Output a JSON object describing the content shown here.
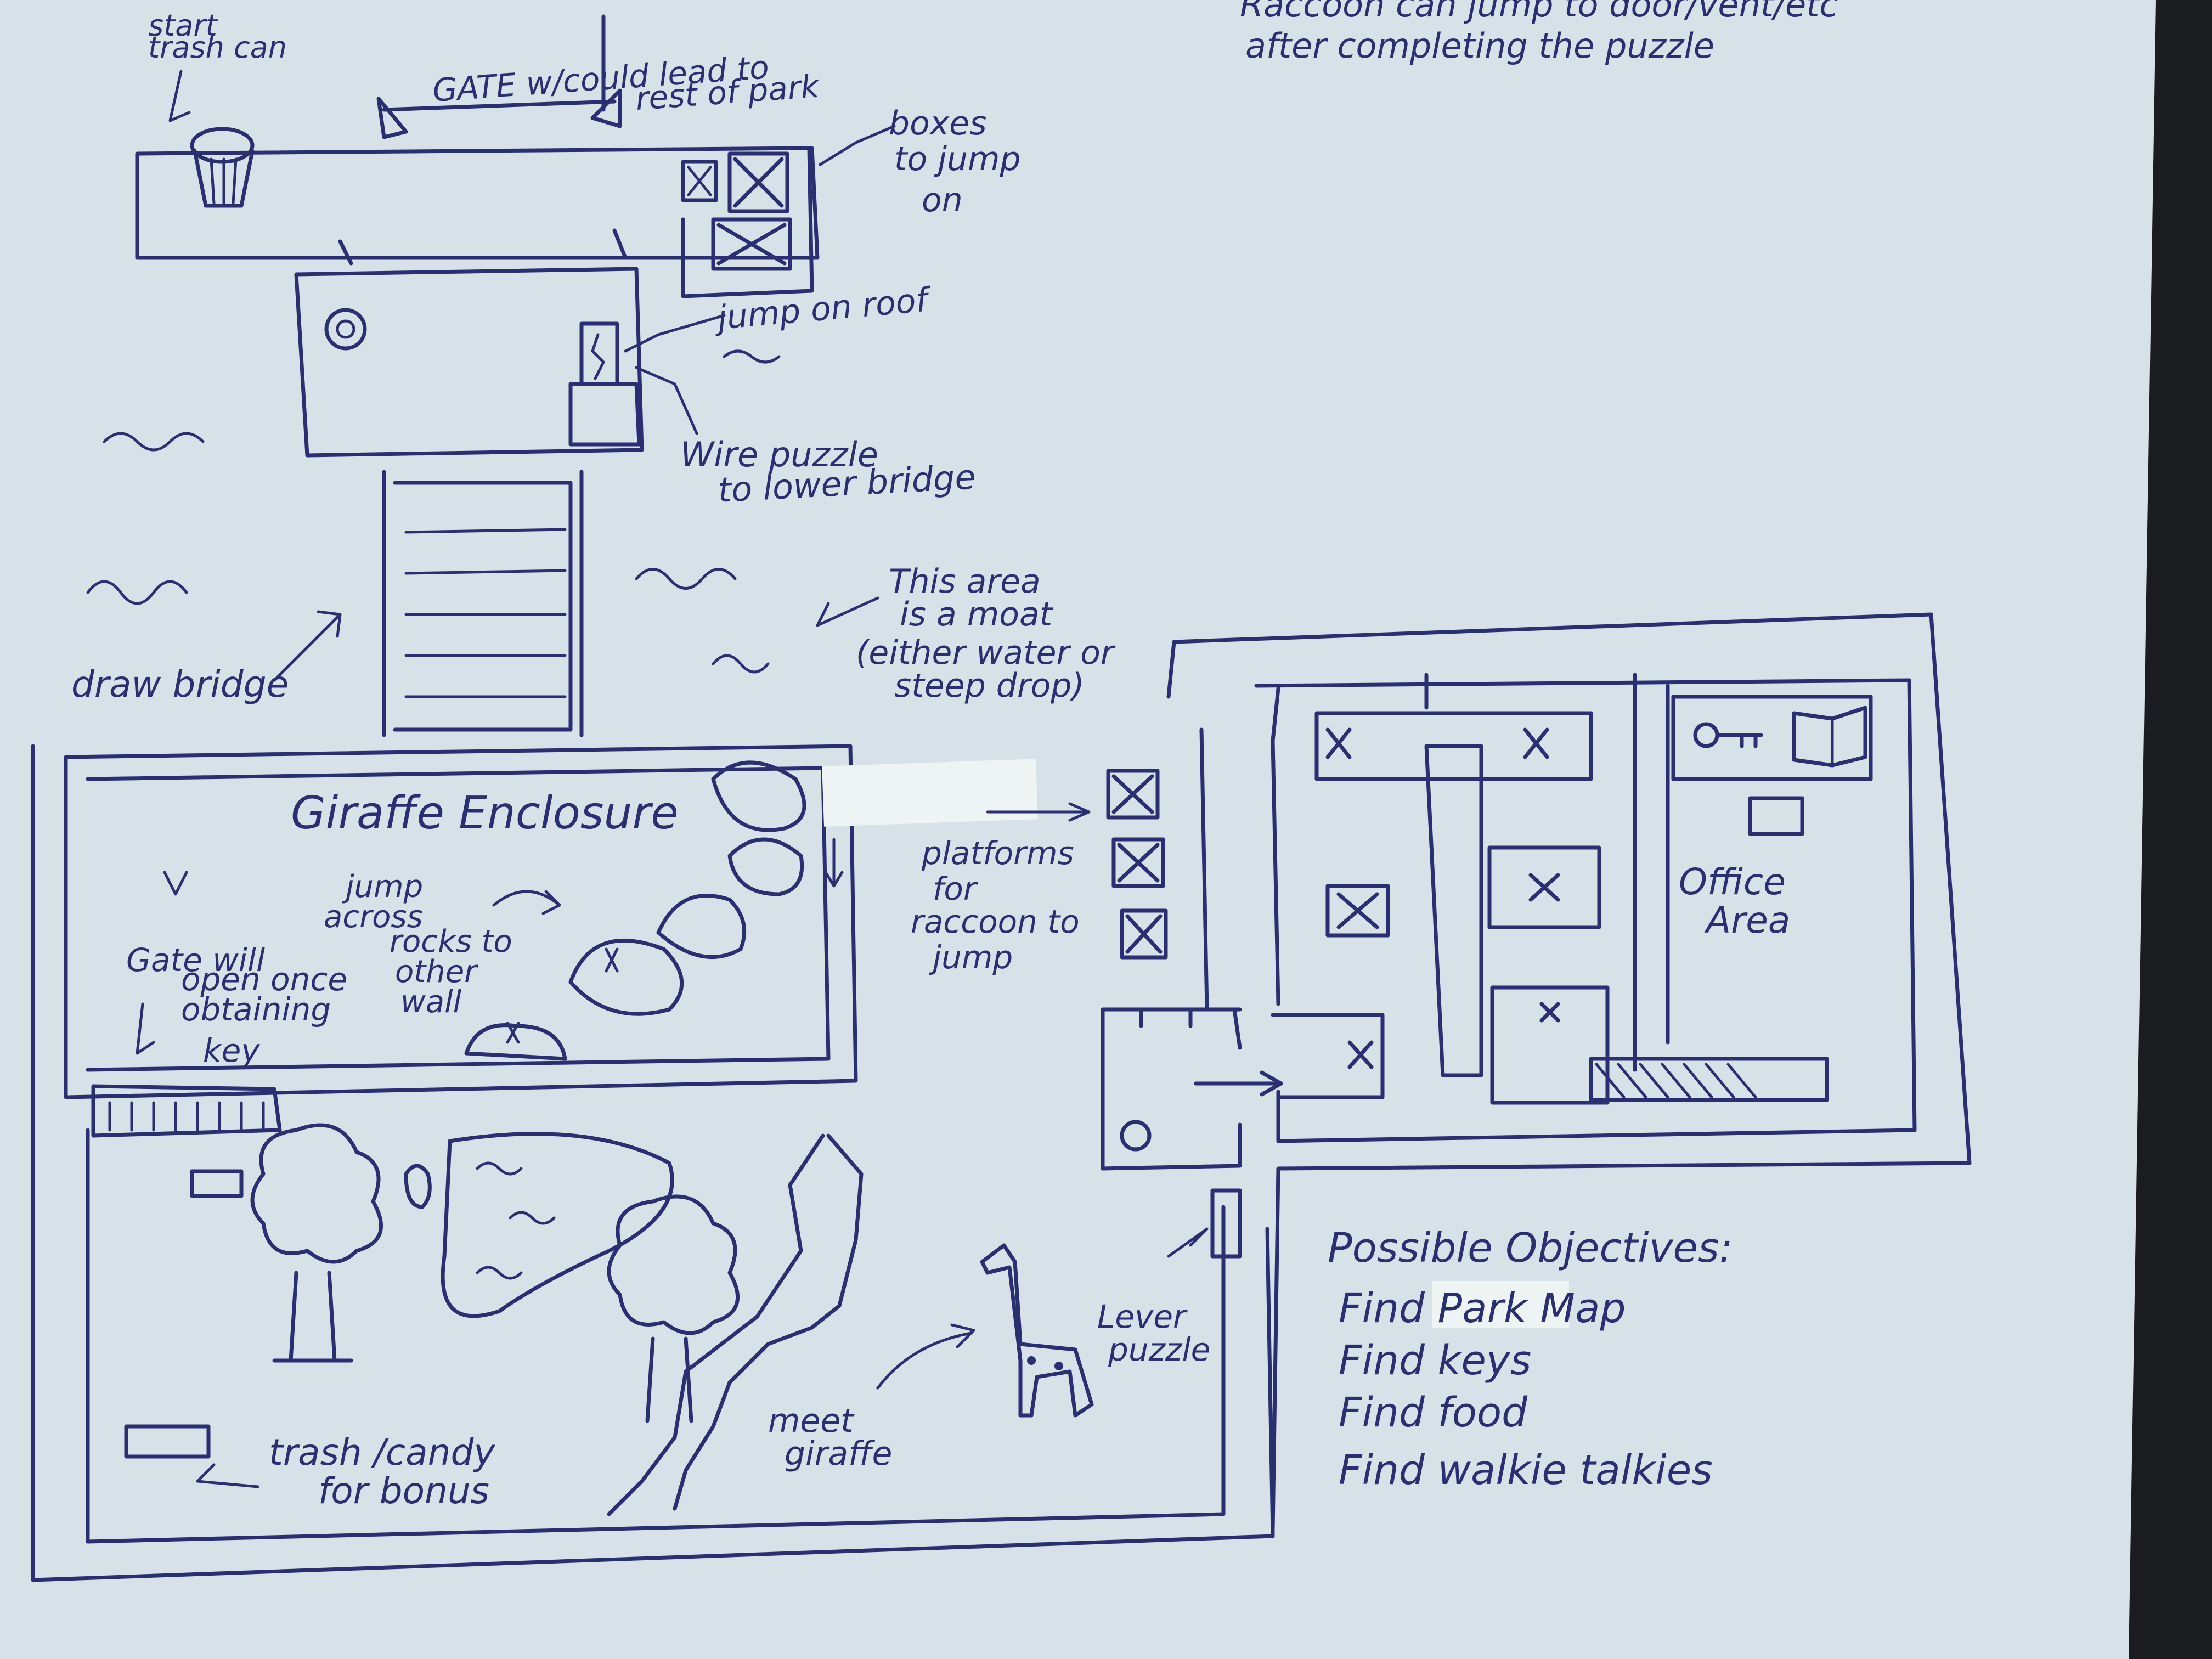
{
  "top_note": [
    "Raccoon can jump to door/vent/etc",
    "after completing the puzzle"
  ],
  "start_trash_can": [
    "start",
    "trash can"
  ],
  "gate_note": [
    "GATE w/could lead to",
    "rest of park"
  ],
  "boxes_note": [
    "boxes",
    "to jump",
    "on"
  ],
  "roof_note": "jump on roof",
  "wire_puzzle": [
    "Wire puzzle",
    "to lower bridge"
  ],
  "moat_note": [
    "This area",
    "is a moat",
    "(either water or",
    "steep drop)"
  ],
  "drawbridge": "draw bridge",
  "giraffe_enclosure": "Giraffe Enclosure",
  "rocks_note": [
    "jump",
    "across",
    "rocks to",
    "other",
    "wall"
  ],
  "gate_key_note": [
    "Gate will",
    "open once",
    "obtaining",
    "key"
  ],
  "platforms_note": [
    "platforms",
    "for",
    "raccoon to",
    "jump"
  ],
  "office_area": [
    "Office",
    "Area"
  ],
  "lever_puzzle": [
    "Lever",
    "puzzle"
  ],
  "meet_giraffe": [
    "meet",
    "giraffe"
  ],
  "trash_candy": [
    "trash /candy",
    "for bonus"
  ],
  "objectives": {
    "heading": "Possible Objectives:",
    "items": [
      "Find Park Map",
      "Find keys",
      "Find food",
      "Find walkie talkies"
    ]
  },
  "colors": {
    "ink": "#2a2f72",
    "paper": "#d8e3ea",
    "background": "#1b1c20"
  }
}
